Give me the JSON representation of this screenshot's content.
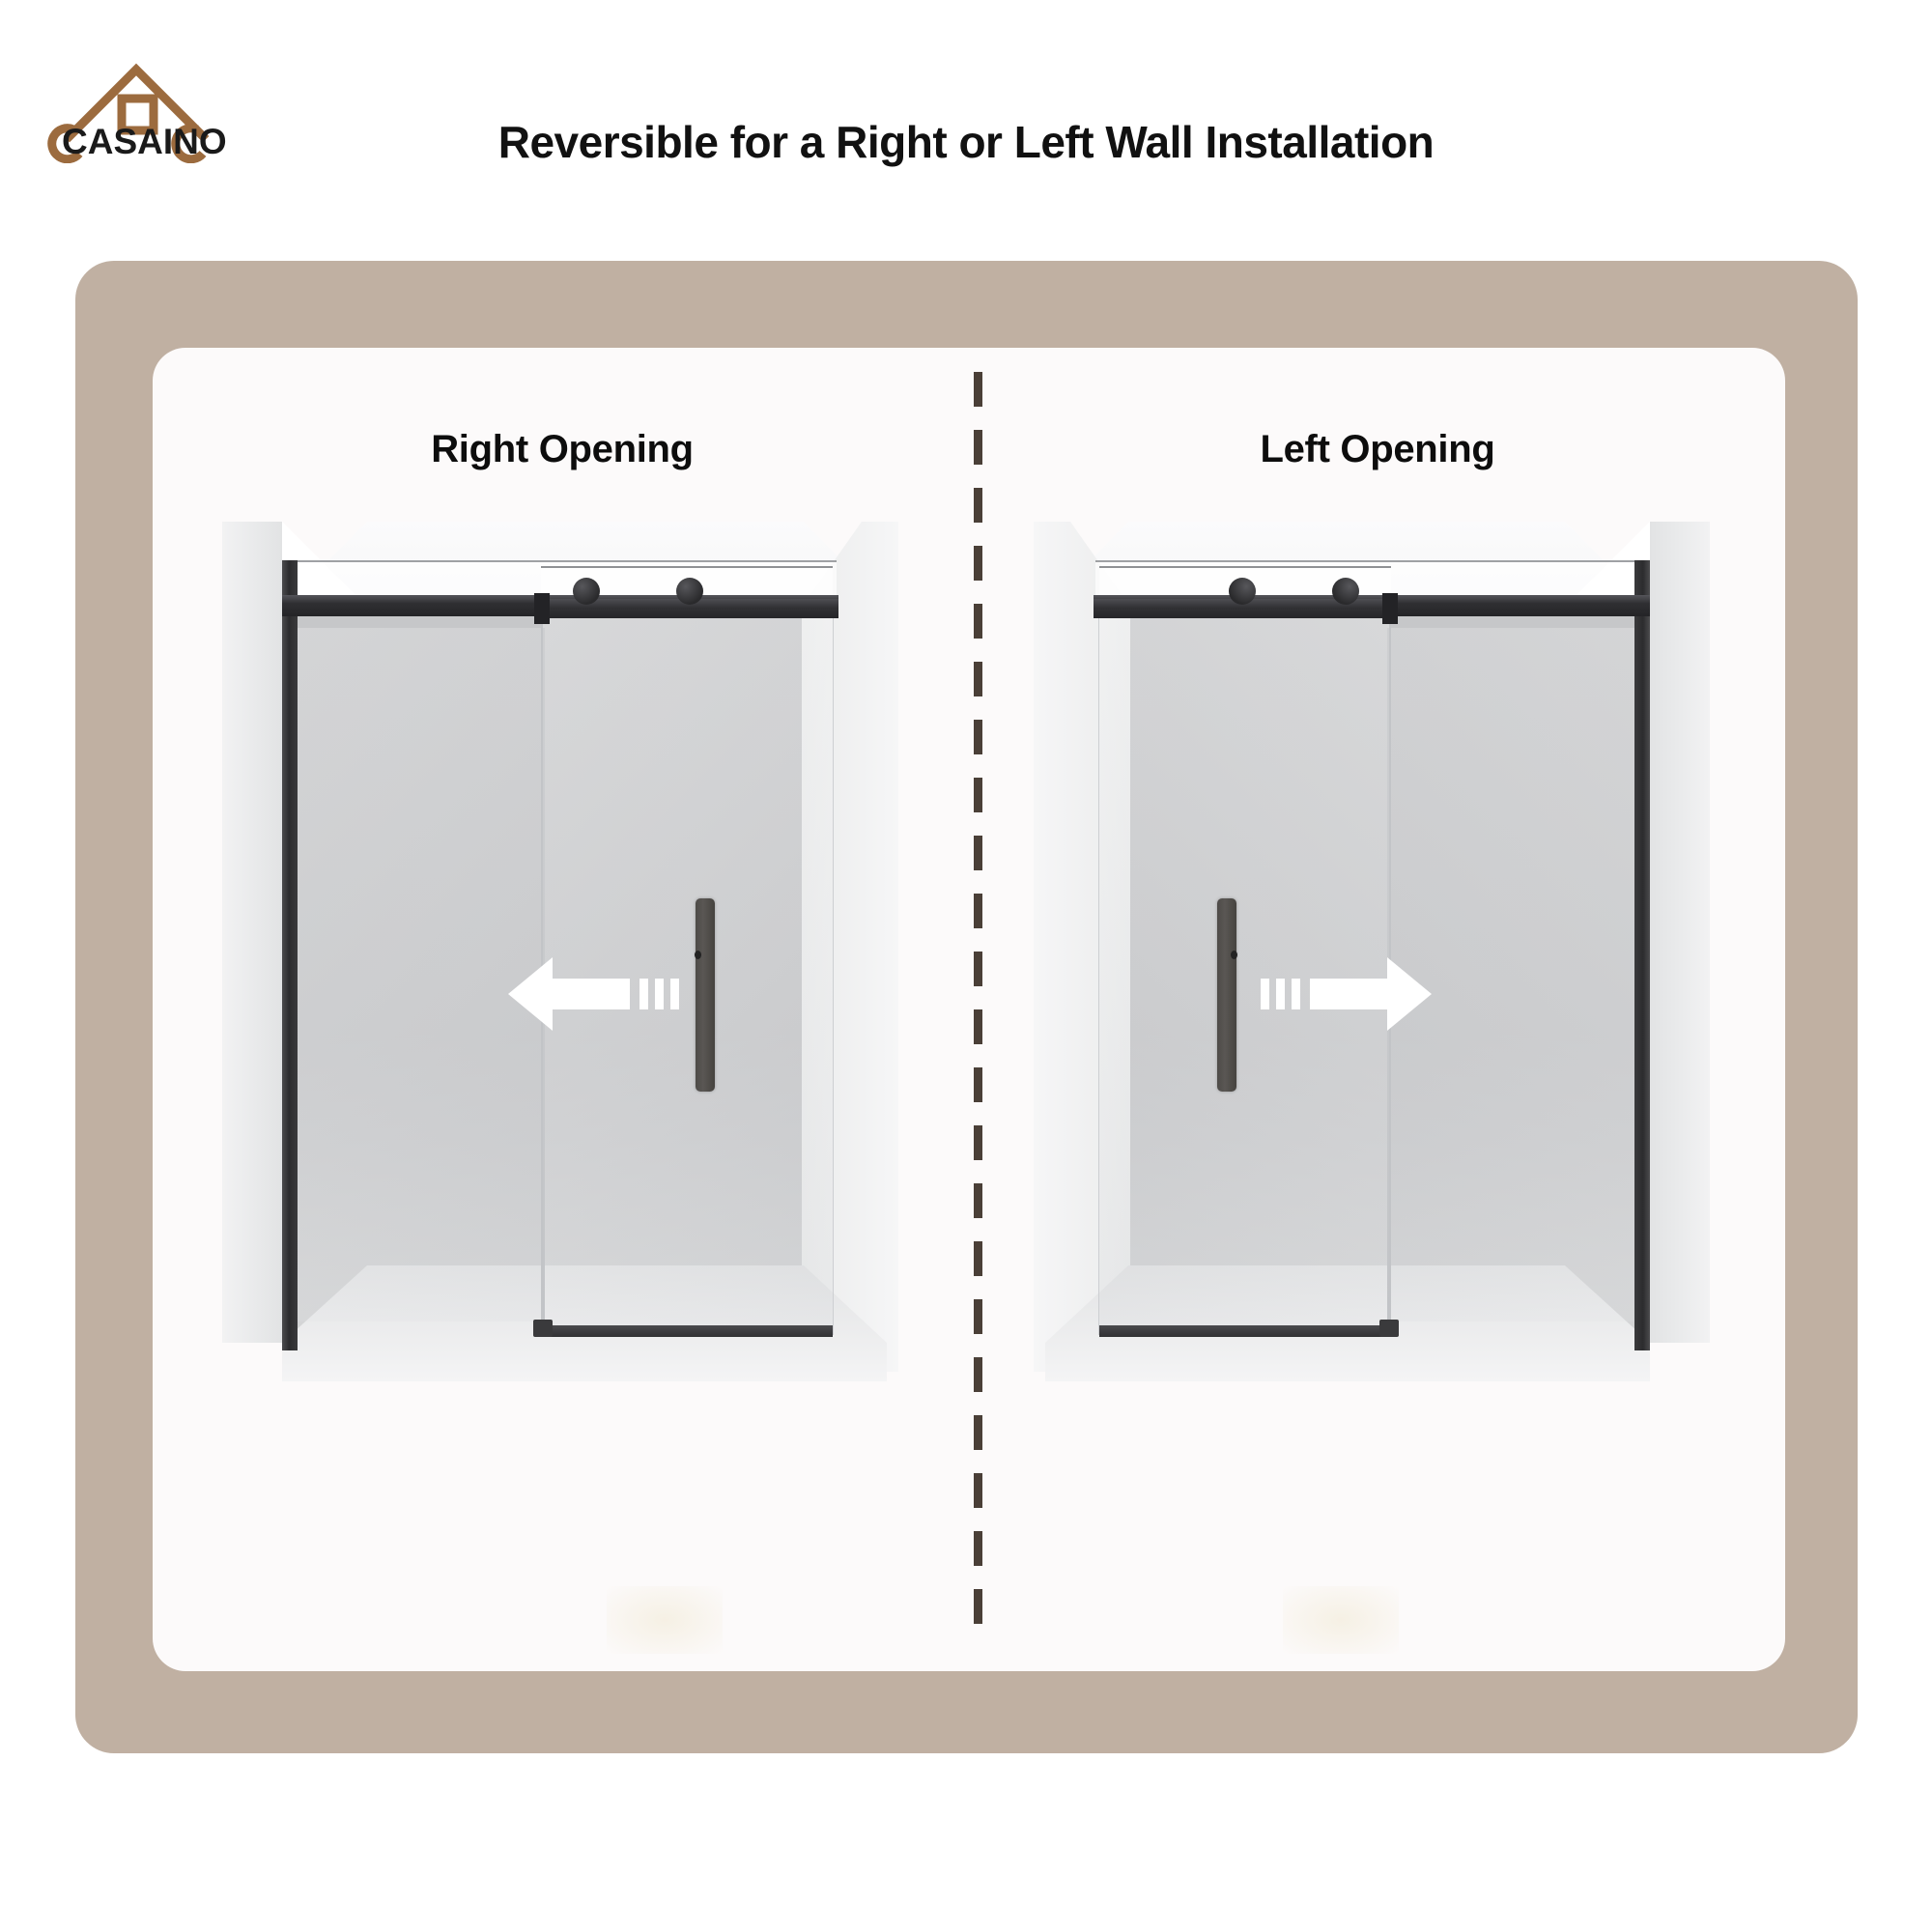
{
  "brand": {
    "logo_name": "casaino-house-logo",
    "wordmark": "CASAINO",
    "logo_color": "#9c6b3e",
    "wordmark_color": "#1a1a1a"
  },
  "header": {
    "title": "Reversible for a Right or Left Wall Installation"
  },
  "frame": {
    "outer_color": "#c0b0a2",
    "inner_color": "#fcfafa",
    "divider_color": "#4a3f37",
    "divider_style": "dashed-vertical"
  },
  "panels": [
    {
      "id": "right-opening",
      "label": "Right Opening",
      "arrow_direction": "left",
      "arrow_color": "#ffffff",
      "handle_side": "right",
      "icon": "arrow-left-icon"
    },
    {
      "id": "left-opening",
      "label": "Left Opening",
      "arrow_direction": "right",
      "arrow_color": "#ffffff",
      "handle_side": "left",
      "icon": "arrow-right-icon"
    }
  ],
  "product": {
    "hardware_color": "#2c2c2e",
    "glass_color": "#c6c7c9",
    "wall_color": "#f2f2f3",
    "roller_count": 2
  }
}
